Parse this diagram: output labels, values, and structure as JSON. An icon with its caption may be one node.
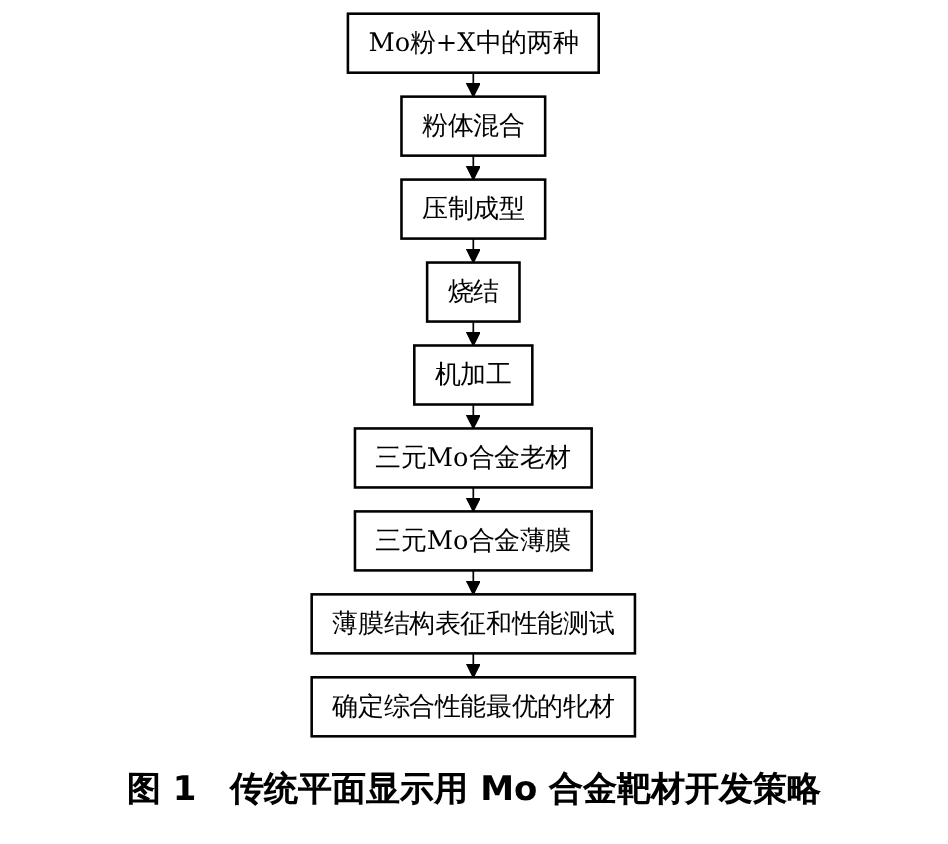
{
  "diagram": {
    "caption": "图 1　传统平面显示用 Mo 合金靶材开发策略",
    "nodes": [
      {
        "text": [
          "Mo粉+X中的两种"
        ]
      },
      {
        "text": [
          "粉体混合"
        ]
      },
      {
        "text": [
          "压制成型"
        ]
      },
      {
        "text": [
          "烧结"
        ]
      },
      {
        "text": [
          "机加工"
        ]
      },
      {
        "text": [
          "三元Mo合金老材"
        ]
      },
      {
        "text": [
          "三元Mo合金薄膜"
        ]
      },
      {
        "text": [
          "薄膜结构表征和性能测试"
        ]
      },
      {
        "text": [
          "确定综合性能最优的牝材"
        ]
      }
    ],
    "edges": [
      {
        "from": 0,
        "to": 1,
        "arrow": "to"
      },
      {
        "from": 1,
        "to": 2,
        "arrow": "to"
      },
      {
        "from": 2,
        "to": 3,
        "arrow": "to"
      },
      {
        "from": 3,
        "to": 4,
        "arrow": "to"
      },
      {
        "from": 4,
        "to": 5,
        "arrow": "to"
      },
      {
        "from": 5,
        "to": 6,
        "arrow": "to"
      },
      {
        "from": 6,
        "to": 7,
        "arrow": "to"
      },
      {
        "from": 7,
        "to": 8,
        "arrow": "to"
      }
    ]
  }
}
